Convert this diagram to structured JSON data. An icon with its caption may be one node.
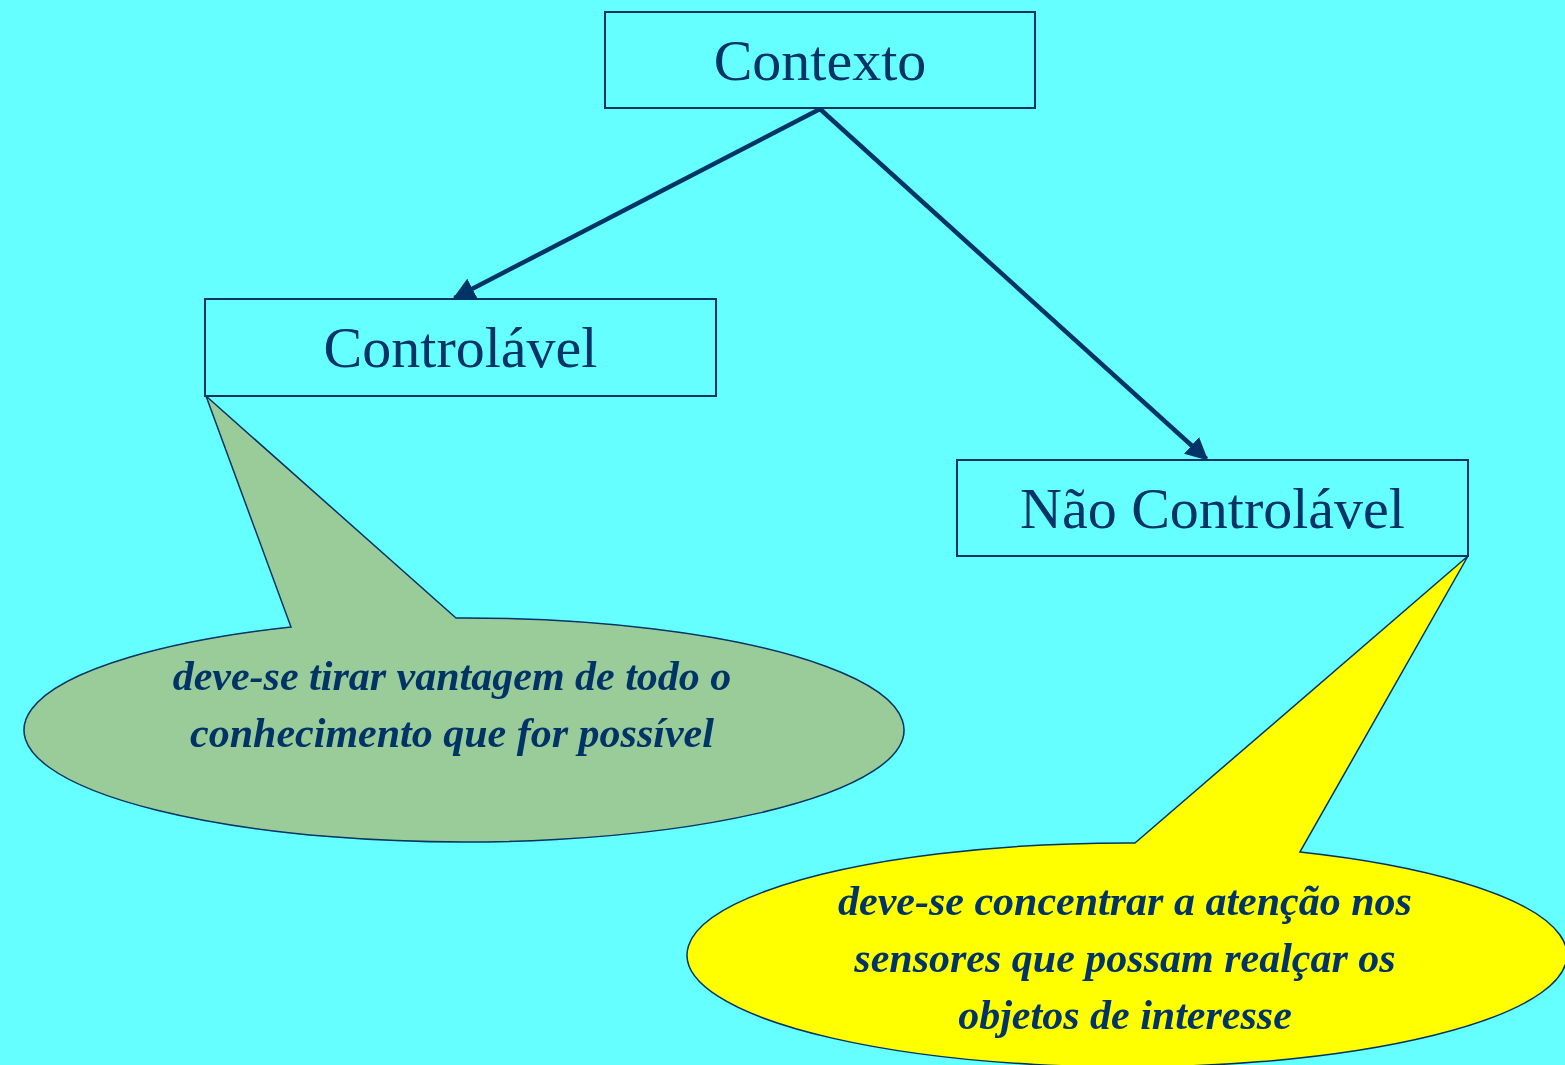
{
  "diagram": {
    "nodes": [
      {
        "text": [
          "Contexto"
        ]
      },
      {
        "text": [
          "Controlável"
        ]
      },
      {
        "text": [
          "Não Controlável"
        ]
      },
      {
        "text": [
          "deve-se tirar vantagem de todo o conhecimento que for possível"
        ]
      },
      {
        "text": [
          "deve-se concentrar a atenção nos sensores que possam realçar os objetos de interesse"
        ]
      }
    ],
    "edges": [
      {
        "from": 0,
        "to": 1,
        "arrow": "to"
      },
      {
        "from": 0,
        "to": 2,
        "arrow": "to"
      }
    ]
  }
}
